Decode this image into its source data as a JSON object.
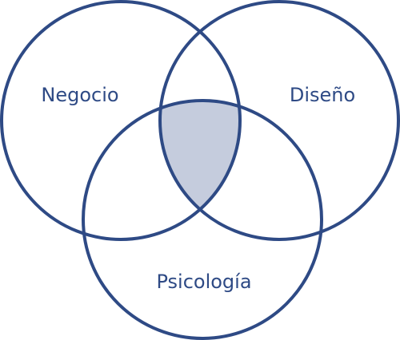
{
  "diagram": {
    "type": "venn",
    "sets": [
      {
        "id": "negocio",
        "label": "Negocio"
      },
      {
        "id": "diseno",
        "label": "Diseño"
      },
      {
        "id": "psicologia",
        "label": "Psicología"
      }
    ],
    "highlighted_region": [
      "negocio",
      "diseno",
      "psicologia"
    ]
  },
  "colors": {
    "stroke": "#2e4a85",
    "text": "#2e4a85",
    "highlight_fill": "#c5ccdd",
    "background": "#ffffff"
  }
}
